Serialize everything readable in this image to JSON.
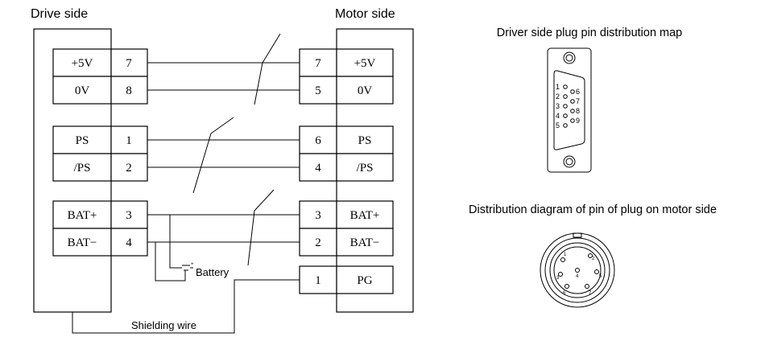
{
  "drive_side": {
    "heading": "Drive side",
    "rows": [
      {
        "signal": "+5V",
        "pin": "7"
      },
      {
        "signal": "0V",
        "pin": "8"
      },
      {
        "signal": "PS",
        "pin": "1"
      },
      {
        "signal": "/PS",
        "pin": "2"
      },
      {
        "signal": "BAT+",
        "pin": "3"
      },
      {
        "signal": "BAT−",
        "pin": "4"
      }
    ]
  },
  "motor_side": {
    "heading": "Motor side",
    "rows": [
      {
        "pin": "7",
        "signal": "+5V"
      },
      {
        "pin": "5",
        "signal": "0V"
      },
      {
        "pin": "6",
        "signal": "PS"
      },
      {
        "pin": "4",
        "signal": "/PS"
      },
      {
        "pin": "3",
        "signal": "BAT+"
      },
      {
        "pin": "2",
        "signal": "BAT−"
      },
      {
        "pin": "1",
        "signal": "PG"
      }
    ]
  },
  "battery_label": "Battery",
  "shielding_label": "Shielding wire",
  "driver_plug": {
    "title": "Driver side plug pin distribution map",
    "left_pins": [
      "1",
      "2",
      "3",
      "4",
      "5"
    ],
    "right_pins": [
      "6",
      "7",
      "8",
      "9"
    ]
  },
  "motor_plug": {
    "title": "Distribution diagram of pin of plug on motor side",
    "pins": [
      "1",
      "2",
      "3",
      "4",
      "5",
      "6",
      "7"
    ]
  }
}
